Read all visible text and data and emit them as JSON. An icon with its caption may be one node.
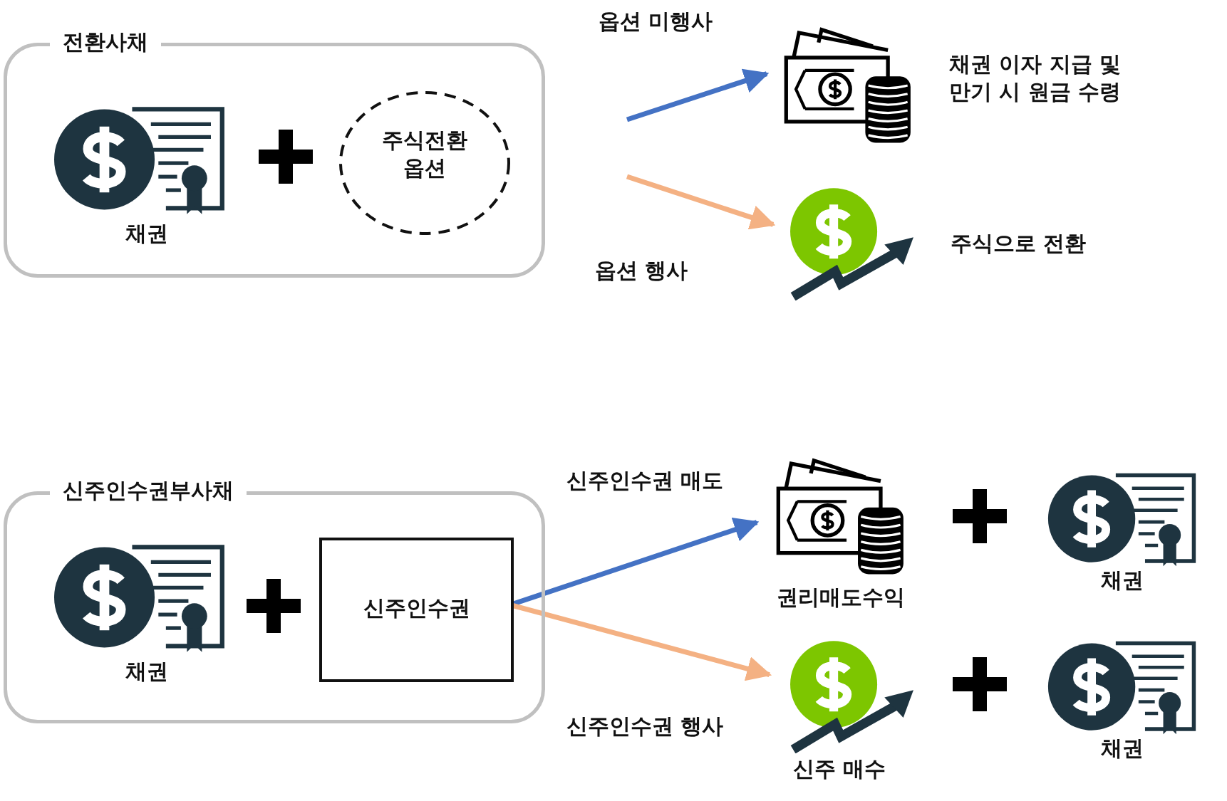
{
  "diagram": {
    "nodes": [
      {
        "text": [
          "전환사채"
        ]
      },
      {
        "text": [
          "채권"
        ],
        "in": 0
      },
      {
        "text": [
          "주식전환 옵션"
        ],
        "in": 0
      },
      {
        "text": [
          "채권 이자 지급 및 만기 시 원금 수령"
        ]
      },
      {
        "text": [
          "주식으로 전환"
        ]
      },
      {
        "text": [
          "신주인수권부사채"
        ]
      },
      {
        "text": [
          "채권"
        ],
        "in": 5
      },
      {
        "text": [
          "신주인수권"
        ],
        "in": 5
      },
      {
        "text": [
          "권리매도수익"
        ]
      },
      {
        "text": [
          "채권"
        ]
      },
      {
        "text": [
          "신주 매수"
        ]
      },
      {
        "text": [
          "채권"
        ]
      }
    ],
    "edges": [
      {
        "from": null,
        "to": 3,
        "arrow": "to",
        "label": "옵션 미행사",
        "color": "#4472c4"
      },
      {
        "from": null,
        "to": 4,
        "arrow": "to",
        "label": "옵션 행사",
        "color": "#f4b183"
      },
      {
        "from": 7,
        "to": 8,
        "arrow": "to",
        "label": "신주인수권 매도",
        "color": "#4472c4"
      },
      {
        "from": 7,
        "to": 10,
        "arrow": "to",
        "label": "신주인수권 행사",
        "color": "#f4b183"
      }
    ]
  }
}
